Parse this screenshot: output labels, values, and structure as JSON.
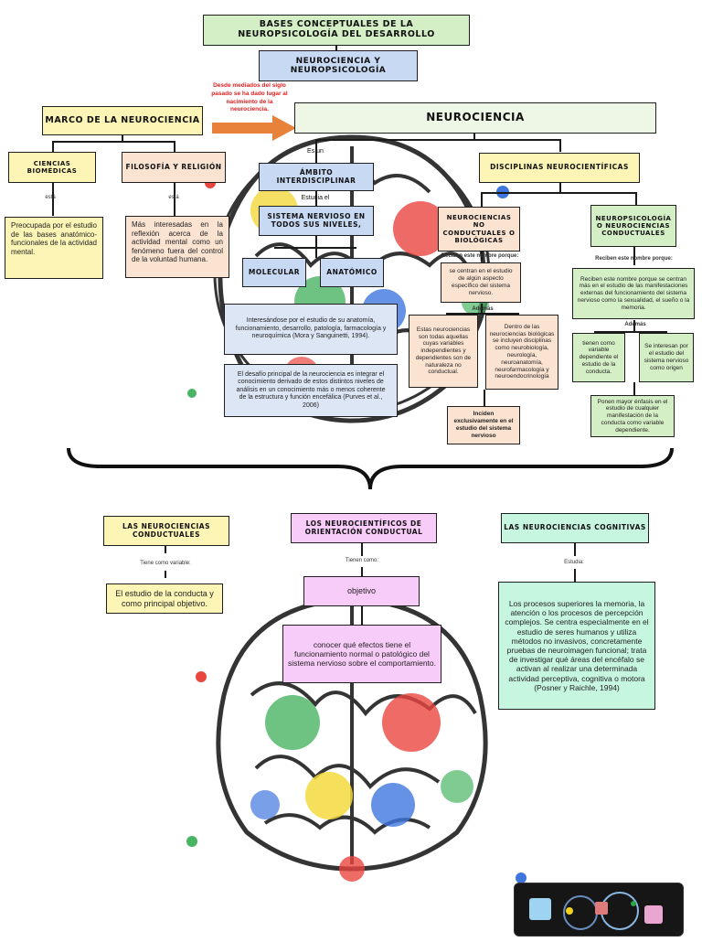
{
  "title": "BASES CONCEPTUALES DE LA NEUROPSICOLOGÍA DEL DESARROLLO",
  "subtitle": "NEUROCIENCIA Y NEUROPSICOLOGÍA",
  "red_note": "Desde mediados del siglo pasado se ha dado lugar al nacimiento de la neurociencia.",
  "marco": "MARCO DE LA NEUROCIENCIA",
  "neurociencia": "NEUROCIENCIA",
  "ciencias": "CIENCIAS BIOMÉDICAS",
  "filosofia": "FILOSOFÍA Y RELIGIÓN",
  "esta1": "está",
  "esta2": "está",
  "ciencias_desc": "Preocupada por el estudio de las bases anatómico-funcionales de la actividad mental.",
  "filosofia_desc": "Más interesadas en la reflexión acerca de la actividad mental como un fenómeno fuera del control de la voluntad humana.",
  "es_un": "Es un",
  "ambito": "ÁMBITO INTERDISCIPLINAR",
  "estudia": "Estudia el",
  "sistema": "SISTEMA NERVIOSO EN TODOS SUS NIVELES,",
  "molecular": "MOLECULAR",
  "anatomico": "ANATÓMICO",
  "interes": "Interesándose por el estudio de su anatomía, funcionamiento, desarrollo, patología, farmacología y neuroquímica (Mora y Sanguinetti, 1994).",
  "desafio": "El desafío principal de la neurociencia es integrar el conocimiento derivado de estos distintos niveles de análisis en un conocimiento más o menos coherente de la estructura y función encefálica (Purves et al., 2006)",
  "disciplinas": "DISCIPLINAS NEUROCIENTÍFICAS",
  "neuro_no": "NEUROCIENCIAS NO CONDUCTUALES O BIOLÓGICAS",
  "neuropsi": "NEUROPSICOLOGÍA O NEUROCIENCIAS CONDUCTUALES",
  "reciben1": "Reciben este nombre porque:",
  "reciben2": "Reciben este nombre porque:",
  "centran": "se centran en el estudio de algún aspecto específico del sistema nervioso.",
  "reciben_desc": "Reciben este nombre porque se centran más en el estudio de las manifestaciones externas del funcionamiento del sistema nervioso como la sexualidad, el sueño o la memoria.",
  "ademas1": "Además",
  "ademas2": "Además",
  "estas": "Estas neurociencias son todas aquellas cuyas variables independientes y dependientes son de naturaleza no conductual.",
  "dentro": "Dentro de las neurociencias biológicas se incluyen disciplinas como neurobiología, neurología, neuroanatomía, neurofarmacología y neuroendocrinología",
  "tienen": "tienen como variable dependiente el estudio de la conducta.",
  "interesan": "Se interesan por el estudio del sistema nervioso como origen",
  "inciden": "Inciden exclusivamente en el estudio del sistema nervioso",
  "ponen": "Ponen mayor énfasis en el estudio de cualquier manifestación de la conducta como variable dependiente.",
  "bottom": {
    "conductuales": "LAS NEUROCIENCIAS CONDUCTUALES",
    "orientacion": "LOS NEUROCIENTÍFICOS DE ORIENTACIÓN CONDUCTUAL",
    "cognitivas": "LAS NEUROCIENCIAS COGNITIVAS",
    "tiene_var": "Tiene como variable:",
    "tienen_como": "Tienen como:",
    "estudia": "Estudia:",
    "conducta_desc": "El estudio de la conducta y como principal objetivo.",
    "objetivo": "objetivo",
    "conocer": "conocer qué efectos tiene el funcionamiento normal o patológico del sistema nervioso sobre el comportamiento.",
    "procesos": "Los procesos superiores la memoria, la atención o los procesos de percepción complejos. Se centra especialmente en el estudio de seres humanos y utiliza métodos no invasivos, concretamente pruebas de neuroimagen funcional; trata de investigar qué áreas del encéfalo se activan al realizar una determinada actividad perceptiva, cognitiva o motora (Posner y Raichle, 1994)"
  },
  "colors": {
    "green": "#d4efc6",
    "blue": "#c8d9f3",
    "yellow": "#fdf5b5",
    "peach": "#fbe3d2",
    "pink": "#f8ccf8",
    "mint": "#c6f5e0",
    "arrow": "#e8813a",
    "red_text": "#e02020"
  }
}
